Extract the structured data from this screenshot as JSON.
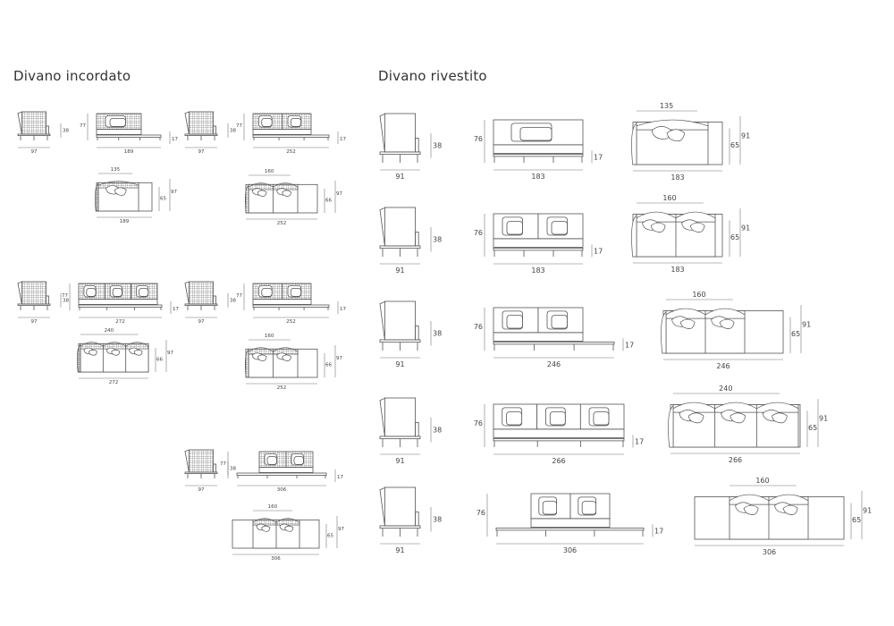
{
  "titles": {
    "incordato": "Divano incordato",
    "rivestito": "Divano rivestito"
  },
  "colors": {
    "line": "#555555",
    "dim": "#777777",
    "woven": "#666666"
  },
  "incordato": [
    {
      "side": {
        "width": "97",
        "height": "38"
      },
      "front": {
        "width": "189",
        "height": "77",
        "leg": "17"
      },
      "plan": {
        "back": "135",
        "depth": "65",
        "total_depth": "97",
        "width": "189"
      }
    },
    {
      "side": {
        "width": "97",
        "height": "38"
      },
      "front": {
        "width": "252",
        "height": "77",
        "leg": "17"
      },
      "plan": {
        "back": "160",
        "depth": "66",
        "total_depth": "97",
        "width": "252"
      }
    },
    {
      "side": {
        "width": "97",
        "height": "38"
      },
      "front": {
        "width": "272",
        "height": "77",
        "leg": "17"
      },
      "plan": {
        "back": "240",
        "depth": "66",
        "total_depth": "97",
        "width": "272"
      }
    },
    {
      "side": {
        "width": "97",
        "height": "38"
      },
      "front": {
        "width": "252",
        "height": "77",
        "leg": "17"
      },
      "plan": {
        "back": "160",
        "depth": "66",
        "total_depth": "97",
        "width": "252"
      }
    },
    {
      "side": {
        "width": "97",
        "height": "38"
      },
      "front": {
        "width": "306",
        "height": "77",
        "leg": "17"
      },
      "plan": {
        "back": "160",
        "depth": "65",
        "total_depth": "97",
        "width": "306"
      }
    }
  ],
  "rivestito": [
    {
      "side": {
        "width": "91",
        "height": "38"
      },
      "front": {
        "width": "183",
        "height": "76",
        "leg": "17"
      },
      "plan": {
        "back": "135",
        "depth": "65",
        "total_depth": "91",
        "width": "183"
      }
    },
    {
      "side": {
        "width": "91",
        "height": "38"
      },
      "front": {
        "width": "183",
        "height": "76",
        "leg": "17"
      },
      "plan": {
        "back": "160",
        "depth": "65",
        "total_depth": "91",
        "width": "183"
      }
    },
    {
      "side": {
        "width": "91",
        "height": "38"
      },
      "front": {
        "width": "246",
        "height": "76",
        "leg": "17"
      },
      "plan": {
        "back": "160",
        "depth": "65",
        "total_depth": "91",
        "width": "246"
      }
    },
    {
      "side": {
        "width": "91",
        "height": "38"
      },
      "front": {
        "width": "266",
        "height": "76",
        "leg": "17"
      },
      "plan": {
        "back": "240",
        "depth": "65",
        "total_depth": "91",
        "width": "266"
      }
    },
    {
      "side": {
        "width": "91",
        "height": "38"
      },
      "front": {
        "width": "306",
        "height": "76",
        "leg": "17"
      },
      "plan": {
        "back": "160",
        "depth": "65",
        "total_depth": "91",
        "width": "306"
      }
    }
  ]
}
